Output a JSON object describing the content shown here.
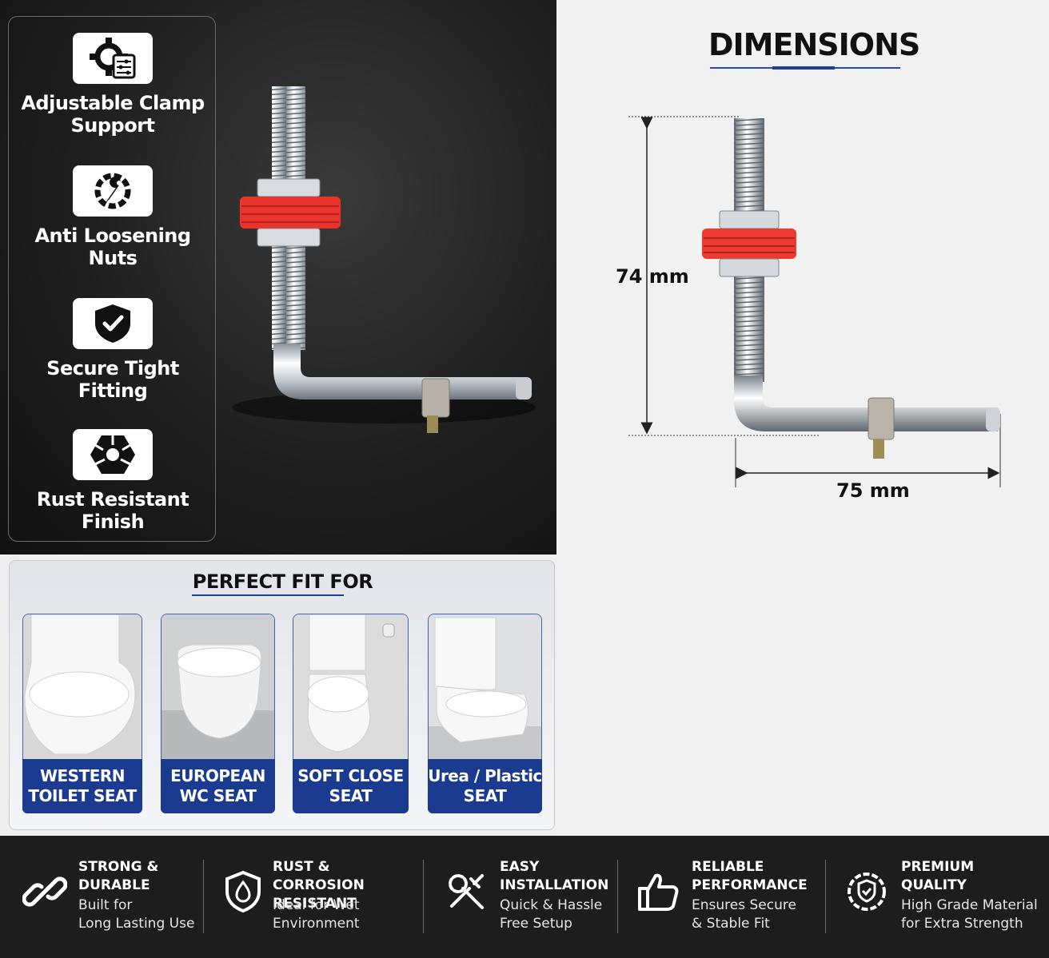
{
  "features": [
    {
      "label": "Adjustable Clamp\nSupport",
      "icon": "gear-settings-icon"
    },
    {
      "label": "Anti Loosening\nNuts",
      "icon": "gear-wrench-icon"
    },
    {
      "label": "Secure Tight\nFitting",
      "icon": "shield-check-icon"
    },
    {
      "label": "Rust Resistant\nFinish",
      "icon": "hexagon-cracked-icon"
    }
  ],
  "dimensions": {
    "title": "DIMENSIONS",
    "height": "74 mm",
    "width": "75 mm"
  },
  "perfect_fit": {
    "title": "PERFECT FIT FOR",
    "cards": [
      {
        "label": "WESTERN\nTOILET SEAT"
      },
      {
        "label": "EUROPEAN\nWC SEAT"
      },
      {
        "label": "SOFT CLOSE\nSEAT"
      },
      {
        "label": "Urea / Plastic\nSEAT"
      }
    ]
  },
  "bottom_features": [
    {
      "title": "STRONG &\nDURABLE",
      "sub": "Built for\nLong Lasting Use",
      "icon": "chain-link-icon"
    },
    {
      "title": "RUST & CORROSION\nRESISTANT",
      "sub": "Ideal for Wet\nEnvironment",
      "icon": "water-drop-shield-icon"
    },
    {
      "title": "EASY\nINSTALLATION",
      "sub": "Quick & Hassle\nFree Setup",
      "icon": "tools-icon"
    },
    {
      "title": "RELIABLE\nPERFORMANCE",
      "sub": "Ensures Secure\n& Stable Fit",
      "icon": "thumbs-up-icon"
    },
    {
      "title": "PREMIUM\nQUALITY",
      "sub": "High Grade Material\nfor Extra Strength",
      "icon": "badge-shield-icon"
    }
  ],
  "colors": {
    "accent_blue": "#1a3b8f",
    "washer_red": "#e8342d",
    "dark_bg": "#1d1d1d"
  }
}
